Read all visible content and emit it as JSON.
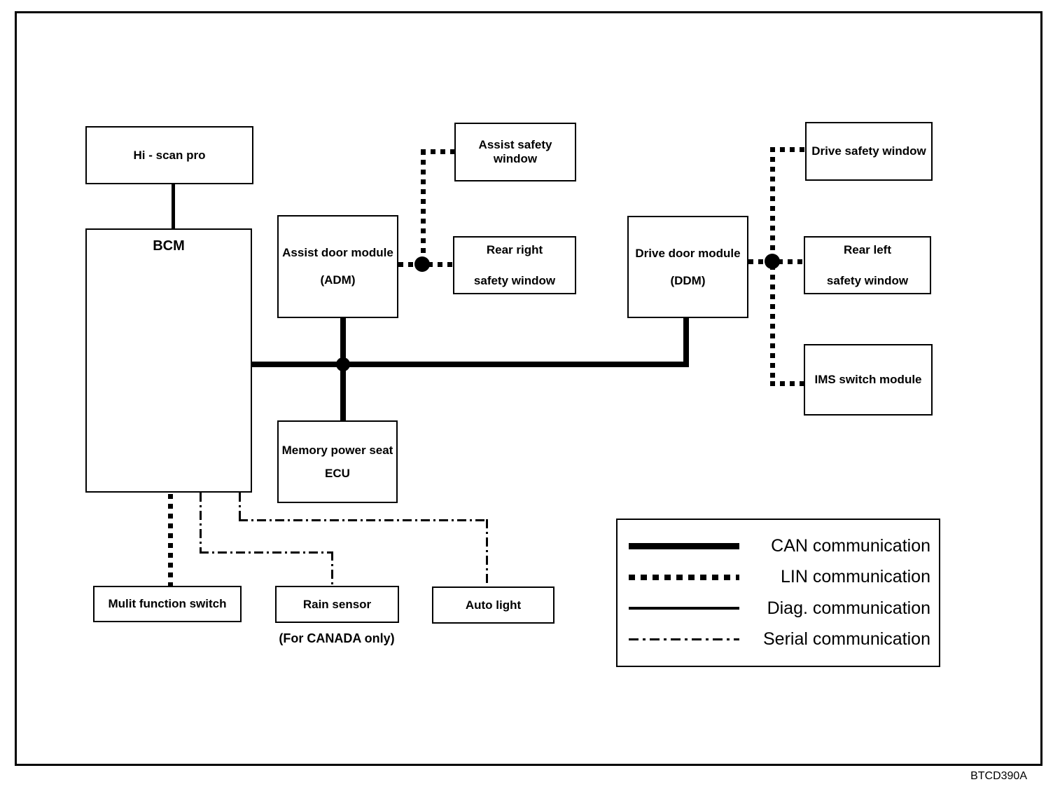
{
  "nodes": {
    "hi_scan_pro": {
      "label": "Hi - scan pro"
    },
    "bcm": {
      "label": "BCM"
    },
    "adm": {
      "lines": [
        "Assist door module",
        "(ADM)"
      ]
    },
    "assist_safety_window": {
      "label": "Assist safety window"
    },
    "rear_right_safety_window": {
      "lines": [
        "Rear right",
        "safety window"
      ]
    },
    "ddm": {
      "lines": [
        "Drive door module",
        "(DDM)"
      ]
    },
    "drive_safety_window": {
      "label": "Drive safety window"
    },
    "rear_left_safety_window": {
      "lines": [
        "Rear left",
        "safety window"
      ]
    },
    "ims_switch_module": {
      "label": "IMS switch module"
    },
    "memory_power_seat_ecu": {
      "lines": [
        "Memory power seat",
        "ECU"
      ]
    },
    "mulit_function_switch": {
      "label": "Mulit function switch"
    },
    "rain_sensor": {
      "label": "Rain sensor",
      "note": "(For CANADA only)"
    },
    "auto_light": {
      "label": "Auto light"
    }
  },
  "legend": {
    "items": [
      {
        "type": "can",
        "label": "CAN communication"
      },
      {
        "type": "lin",
        "label": "LIN communication"
      },
      {
        "type": "diag",
        "label": "Diag. communication"
      },
      {
        "type": "serial",
        "label": "Serial communication"
      }
    ]
  },
  "footer": {
    "figure_code": "BTCD390A"
  },
  "colors": {
    "line": "#000000",
    "background": "#ffffff"
  }
}
